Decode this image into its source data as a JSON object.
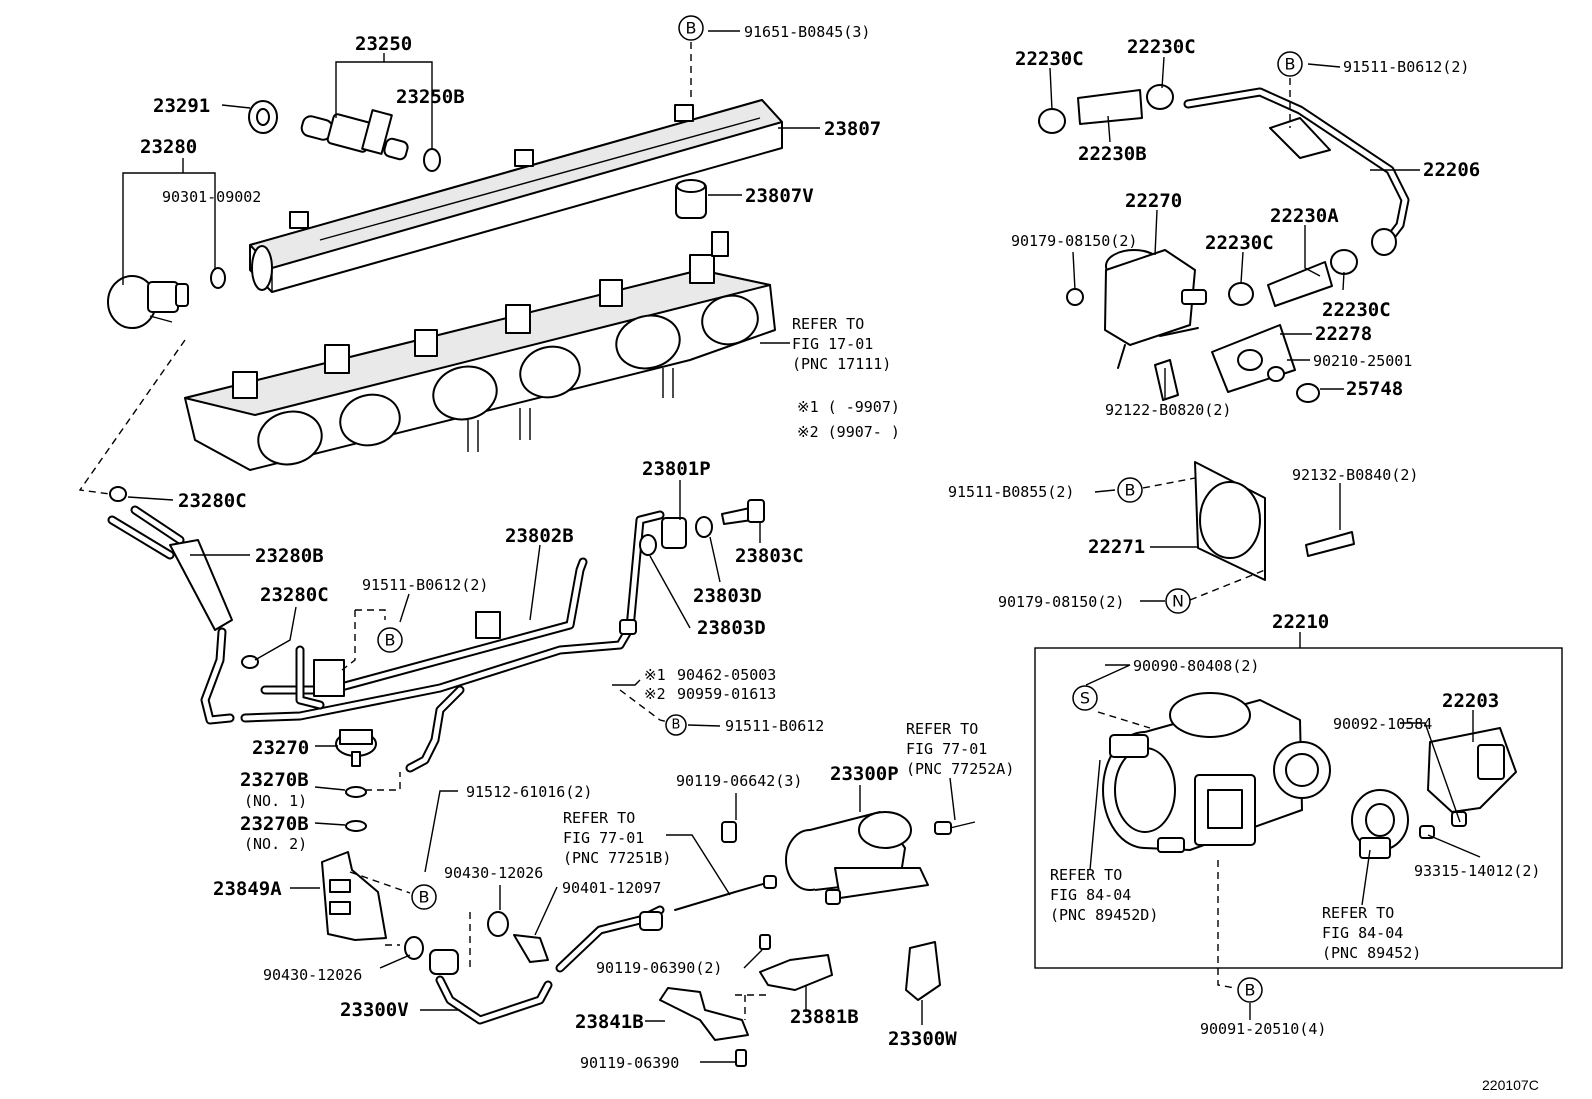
{
  "diagram_id": "220107C",
  "labels": {
    "p23250": "23250",
    "p23291": "23291",
    "p23250B": "23250B",
    "p23807": "23807",
    "p23807V": "23807V",
    "p23280": "23280",
    "p90301_09002": "90301-09002",
    "p91651_B0845": "91651-B0845(3)",
    "p22230C_a": "22230C",
    "p22230C_b": "22230C",
    "p22230B": "22230B",
    "p91511_B0612_2a": "91511-B0612(2)",
    "p22206": "22206",
    "p22270": "22270",
    "p90179_08150_a": "90179-08150(2)",
    "p22230A": "22230A",
    "p22230C_c": "22230C",
    "p22230C_d": "22230C",
    "p22278": "22278",
    "p90210_25001": "90210-25001",
    "p25748": "25748",
    "p92122_B0820": "92122-B0820(2)",
    "p23280C_a": "23280C",
    "p23280B": "23280B",
    "p23280C_b": "23280C",
    "p91511_B0612_2b": "91511-B0612(2)",
    "p23802B": "23802B",
    "p23801P": "23801P",
    "p23803C": "23803C",
    "p23803D_a": "23803D",
    "p23803D_b": "23803D",
    "p90462_05003": "90462-05003",
    "p90959_01613": "90959-01613",
    "p91511_B0612": "91511-B0612",
    "p23270": "23270",
    "p23270B_a": "23270B",
    "p23270B_b": "23270B",
    "no1": "(NO. 1)",
    "no2": "(NO. 2)",
    "p91512_61016": "91512-61016(2)",
    "p23849A": "23849A",
    "p90430_12026_a": "90430-12026",
    "p90430_12026_b": "90430-12026",
    "p90401_12097": "90401-12097",
    "p23300V": "23300V",
    "p90119_06642": "90119-06642(3)",
    "p23300P": "23300P",
    "p90119_06390_2": "90119-06390(2)",
    "p23841B": "23841B",
    "p23881B": "23881B",
    "p90119_06390": "90119-06390",
    "p23300W": "23300W",
    "p91511_B0855": "91511-B0855(2)",
    "p92132_B0840": "92132-B0840(2)",
    "p22271": "22271",
    "p90179_08150_b": "90179-08150(2)",
    "p22210": "22210",
    "p90090_80408": "90090-80408(2)",
    "p22203": "22203",
    "p90092_10584": "90092-10584",
    "p93315_14012": "93315-14012(2)",
    "p90091_20510": "90091-20510(4)",
    "note1": "※1 (      -9907)",
    "note2": "※2 (9907-      )",
    "mark1": "※1",
    "mark2": "※2"
  },
  "refs": {
    "manifold": [
      "REFER TO",
      "FIG 17-01",
      "(PNC 17111)"
    ],
    "r77_a": [
      "REFER TO",
      "FIG 77-01",
      "(PNC 77252A)"
    ],
    "r77_b": [
      "REFER TO",
      "FIG 77-01",
      "(PNC 77251B)"
    ],
    "r84_a": [
      "REFER TO",
      "FIG 84-04",
      "(PNC 89452D)"
    ],
    "r84_b": [
      "REFER TO",
      "FIG 84-04",
      "(PNC 89452)"
    ]
  },
  "callouts": {
    "B": "B",
    "S": "S",
    "N": "N"
  }
}
